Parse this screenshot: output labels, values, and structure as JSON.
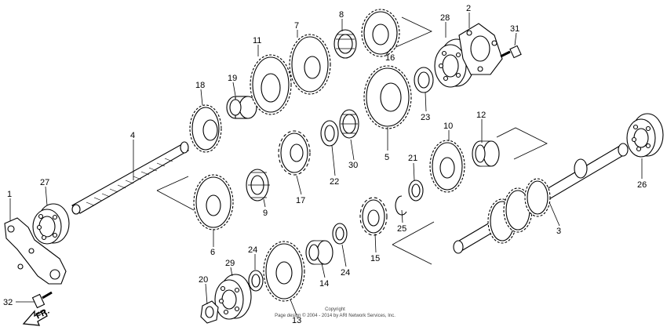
{
  "parts": [
    {
      "id": "1",
      "label": "1"
    },
    {
      "id": "2",
      "label": "2"
    },
    {
      "id": "3",
      "label": "3"
    },
    {
      "id": "4",
      "label": "4"
    },
    {
      "id": "5",
      "label": "5"
    },
    {
      "id": "6",
      "label": "6"
    },
    {
      "id": "7",
      "label": "7"
    },
    {
      "id": "8",
      "label": "8"
    },
    {
      "id": "9",
      "label": "9"
    },
    {
      "id": "10",
      "label": "10"
    },
    {
      "id": "11",
      "label": "11"
    },
    {
      "id": "12",
      "label": "12"
    },
    {
      "id": "13",
      "label": "13"
    },
    {
      "id": "14",
      "label": "14"
    },
    {
      "id": "15",
      "label": "15"
    },
    {
      "id": "16",
      "label": "16"
    },
    {
      "id": "17",
      "label": "17"
    },
    {
      "id": "18",
      "label": "18"
    },
    {
      "id": "19",
      "label": "19"
    },
    {
      "id": "20",
      "label": "20"
    },
    {
      "id": "21",
      "label": "21"
    },
    {
      "id": "22",
      "label": "22"
    },
    {
      "id": "23",
      "label": "23"
    },
    {
      "id": "24a",
      "label": "24"
    },
    {
      "id": "24b",
      "label": "24"
    },
    {
      "id": "25",
      "label": "25"
    },
    {
      "id": "26",
      "label": "26"
    },
    {
      "id": "27",
      "label": "27"
    },
    {
      "id": "28",
      "label": "28"
    },
    {
      "id": "29",
      "label": "29"
    },
    {
      "id": "30",
      "label": "30"
    },
    {
      "id": "31",
      "label": "31"
    },
    {
      "id": "32",
      "label": "32"
    }
  ],
  "direction_label": "FR.",
  "copyright": {
    "line1": "Copyright",
    "line2": "Page design © 2004 - 2014 by ARI Network Services, Inc."
  }
}
